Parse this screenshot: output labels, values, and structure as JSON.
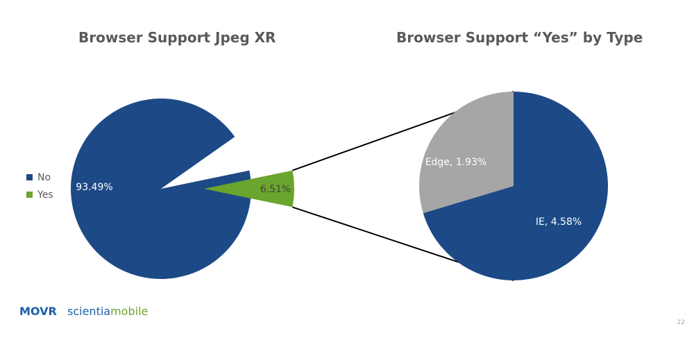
{
  "chart_data": [
    {
      "type": "pie",
      "title": "Browser Support Jpeg XR",
      "slices": [
        {
          "label": "No",
          "value": 93.49,
          "data_label": "93.49%",
          "color": "#1d4a87"
        },
        {
          "label": "Yes",
          "value": 6.51,
          "data_label": "6.51%",
          "color": "#6aa52d"
        }
      ],
      "legend": {
        "position": "left",
        "entries": [
          "No",
          "Yes"
        ]
      }
    },
    {
      "type": "pie",
      "title": "Browser Support “Yes” by Type",
      "slices": [
        {
          "label": "IE",
          "value": 4.58,
          "data_label": "IE, 4.58%",
          "color": "#1d4a87"
        },
        {
          "label": "Edge",
          "value": 1.93,
          "data_label": "Edge, 1.93%",
          "color": "#a6a6a6"
        }
      ]
    }
  ],
  "footer": {
    "brand_movr": "MOVR",
    "brand_scientia_a": "scientia",
    "brand_scientia_b": "mobile",
    "page_number": "22"
  },
  "colors": {
    "title": "#595959",
    "connector": "#000000"
  }
}
